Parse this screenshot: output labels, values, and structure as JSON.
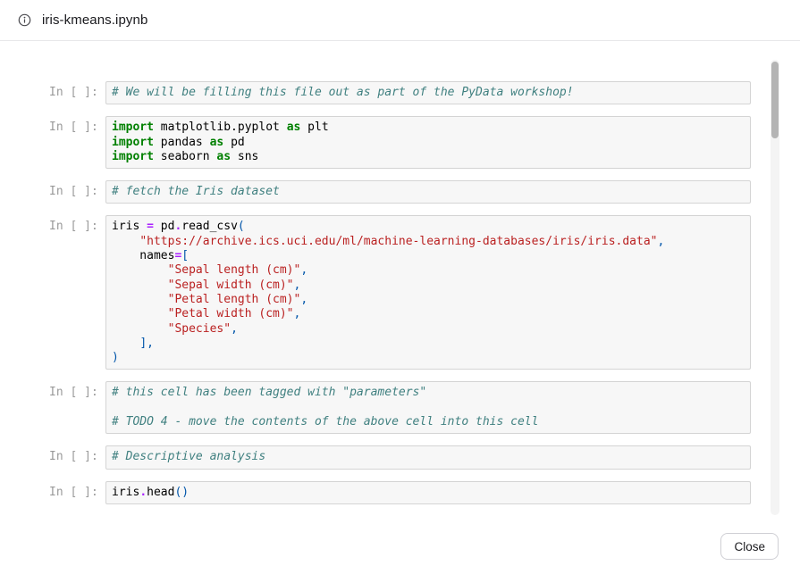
{
  "header": {
    "title": "iris-kmeans.ipynb"
  },
  "footer": {
    "close_label": "Close"
  },
  "colors": {
    "title-color": "#1a1a1e",
    "border-soft": "#e7e7e9",
    "prompt-color": "#9a9a9a",
    "cell-bg": "#f7f7f7",
    "cell-border": "#d4d4d4",
    "comment-color": "#408080",
    "keyword-color": "#008000",
    "operator-color": "#aa22ff",
    "string-color": "#ba2121",
    "punct-color": "#0055aa",
    "track-color": "#f4f4f4",
    "thumb-color": "#b4b4b4",
    "btn-border": "#cfcfd4"
  },
  "notebook": {
    "prompt_label": "In [ ]:",
    "cells": [
      {
        "lines": [
          [
            {
              "c": "c",
              "t": "# We will be filling this file out as part of the PyData workshop!"
            }
          ]
        ]
      },
      {
        "lines": [
          [
            {
              "c": "k",
              "t": "import"
            },
            {
              "c": "n",
              "t": " matplotlib.pyplot "
            },
            {
              "c": "k",
              "t": "as"
            },
            {
              "c": "n",
              "t": " plt"
            }
          ],
          [
            {
              "c": "k",
              "t": "import"
            },
            {
              "c": "n",
              "t": " pandas "
            },
            {
              "c": "k",
              "t": "as"
            },
            {
              "c": "n",
              "t": " pd"
            }
          ],
          [
            {
              "c": "k",
              "t": "import"
            },
            {
              "c": "n",
              "t": " seaborn "
            },
            {
              "c": "k",
              "t": "as"
            },
            {
              "c": "n",
              "t": " sns"
            }
          ]
        ]
      },
      {
        "lines": [
          [
            {
              "c": "c",
              "t": "# fetch the Iris dataset"
            }
          ]
        ]
      },
      {
        "lines": [
          [
            {
              "c": "n",
              "t": "iris "
            },
            {
              "c": "o",
              "t": "="
            },
            {
              "c": "n",
              "t": " pd"
            },
            {
              "c": "o",
              "t": "."
            },
            {
              "c": "n",
              "t": "read_csv"
            },
            {
              "c": "p",
              "t": "("
            }
          ],
          [
            {
              "c": "n",
              "t": "    "
            },
            {
              "c": "s",
              "t": "\"https://archive.ics.uci.edu/ml/machine-learning-databases/iris/iris.data\""
            },
            {
              "c": "p",
              "t": ","
            }
          ],
          [
            {
              "c": "n",
              "t": "    names"
            },
            {
              "c": "o",
              "t": "="
            },
            {
              "c": "p",
              "t": "["
            }
          ],
          [
            {
              "c": "n",
              "t": "        "
            },
            {
              "c": "s",
              "t": "\"Sepal length (cm)\""
            },
            {
              "c": "p",
              "t": ","
            }
          ],
          [
            {
              "c": "n",
              "t": "        "
            },
            {
              "c": "s",
              "t": "\"Sepal width (cm)\""
            },
            {
              "c": "p",
              "t": ","
            }
          ],
          [
            {
              "c": "n",
              "t": "        "
            },
            {
              "c": "s",
              "t": "\"Petal length (cm)\""
            },
            {
              "c": "p",
              "t": ","
            }
          ],
          [
            {
              "c": "n",
              "t": "        "
            },
            {
              "c": "s",
              "t": "\"Petal width (cm)\""
            },
            {
              "c": "p",
              "t": ","
            }
          ],
          [
            {
              "c": "n",
              "t": "        "
            },
            {
              "c": "s",
              "t": "\"Species\""
            },
            {
              "c": "p",
              "t": ","
            }
          ],
          [
            {
              "c": "n",
              "t": "    "
            },
            {
              "c": "p",
              "t": "],"
            }
          ],
          [
            {
              "c": "p",
              "t": ")"
            }
          ]
        ]
      },
      {
        "lines": [
          [
            {
              "c": "c",
              "t": "# this cell has been tagged with \"parameters\""
            }
          ],
          [],
          [
            {
              "c": "c",
              "t": "# TODO 4 - move the contents of the above cell into this cell"
            }
          ]
        ]
      },
      {
        "lines": [
          [
            {
              "c": "c",
              "t": "# Descriptive analysis"
            }
          ]
        ]
      },
      {
        "lines": [
          [
            {
              "c": "n",
              "t": "iris"
            },
            {
              "c": "o",
              "t": "."
            },
            {
              "c": "n",
              "t": "head"
            },
            {
              "c": "p",
              "t": "()"
            }
          ]
        ]
      }
    ]
  }
}
